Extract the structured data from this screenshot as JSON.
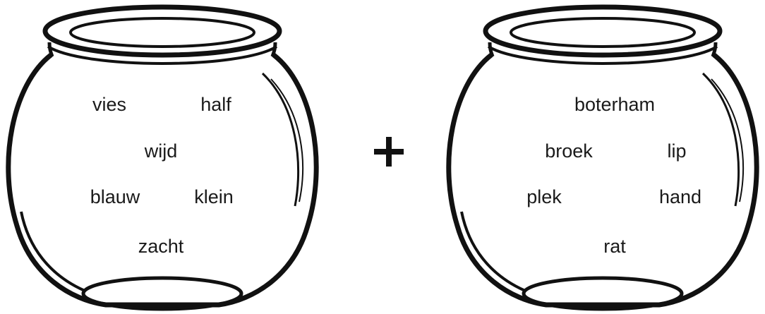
{
  "jars": [
    {
      "words": {
        "w1": "vies",
        "w2": "half",
        "w3": "wijd",
        "w4": "blauw",
        "w5": "klein",
        "w6": "zacht"
      }
    },
    {
      "words": {
        "w1": "boterham",
        "w2": "broek",
        "w3": "lip",
        "w4": "plek",
        "w5": "hand",
        "w6": "rat"
      }
    }
  ],
  "operator": "+",
  "colors": {
    "ink": "#1a1a1a",
    "background": "#ffffff"
  },
  "icons": {
    "container": "fishbowl-jar-icon",
    "operator": "plus-icon"
  }
}
